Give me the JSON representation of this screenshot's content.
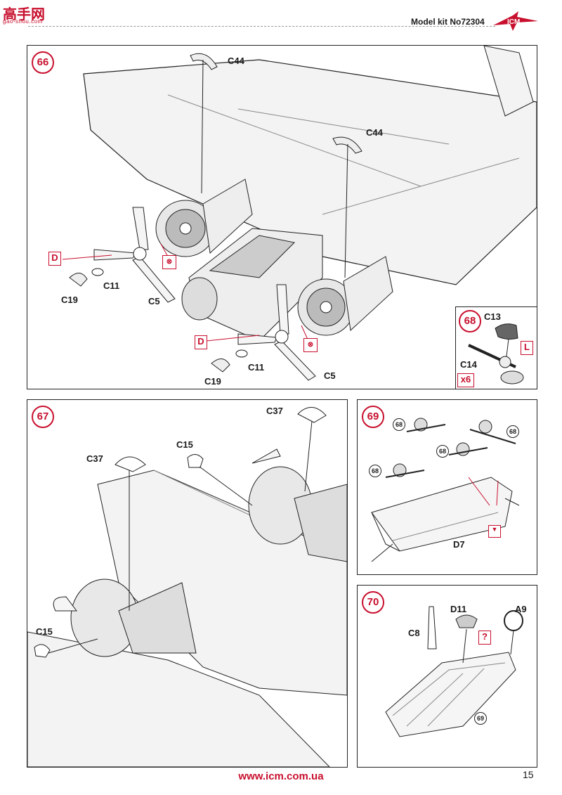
{
  "header": {
    "kit_label": "Model kit No72304",
    "watermark": "高手网",
    "watermark_sub": "gao-shou.com",
    "logo_text": "ICM"
  },
  "steps": [
    {
      "number": "66",
      "labels": [
        "C44",
        "C44",
        "D",
        "C11",
        "C19",
        "C5",
        "D",
        "C11",
        "C19",
        "C5"
      ]
    },
    {
      "number": "68",
      "labels": [
        "C13",
        "L",
        "C14",
        "x6"
      ]
    },
    {
      "number": "67",
      "labels": [
        "C37",
        "C15",
        "C37",
        "C15"
      ]
    },
    {
      "number": "69",
      "labels": [
        "D7"
      ],
      "sub_refs": [
        "68",
        "68",
        "68",
        "68"
      ]
    },
    {
      "number": "70",
      "labels": [
        "D11",
        "A9",
        "C8",
        "?"
      ],
      "sub_refs": [
        "69"
      ]
    }
  ],
  "footer": {
    "url": "www.icm.com.ua",
    "page_number": "15"
  },
  "colors": {
    "accent": "#c8102e",
    "line": "#222222"
  }
}
